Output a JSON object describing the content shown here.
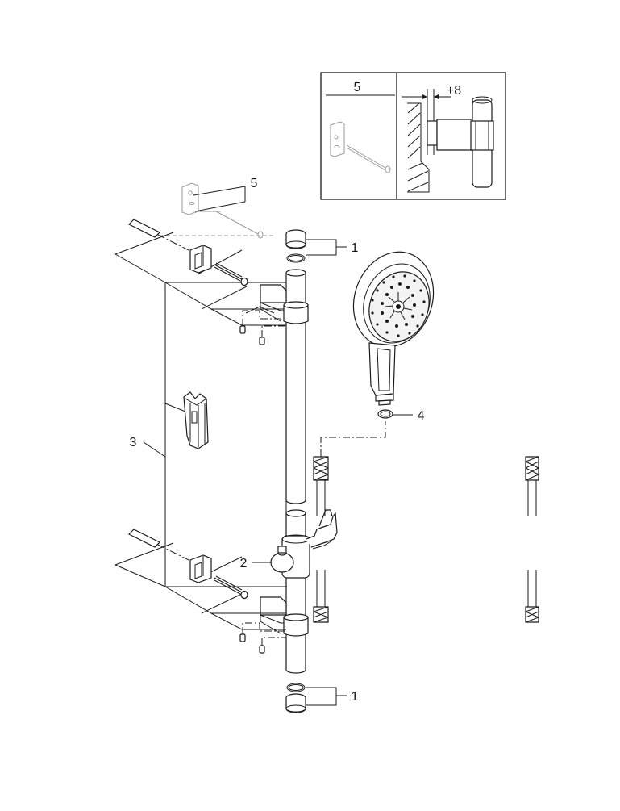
{
  "inset": {
    "left_label": "5",
    "right_label": "+8"
  },
  "callouts": {
    "end_cap_top": "1",
    "end_cap_bottom": "1",
    "bracket_screw_set": "5",
    "wall_bracket_set": "3",
    "slider": "2",
    "hose_washer": "4"
  }
}
